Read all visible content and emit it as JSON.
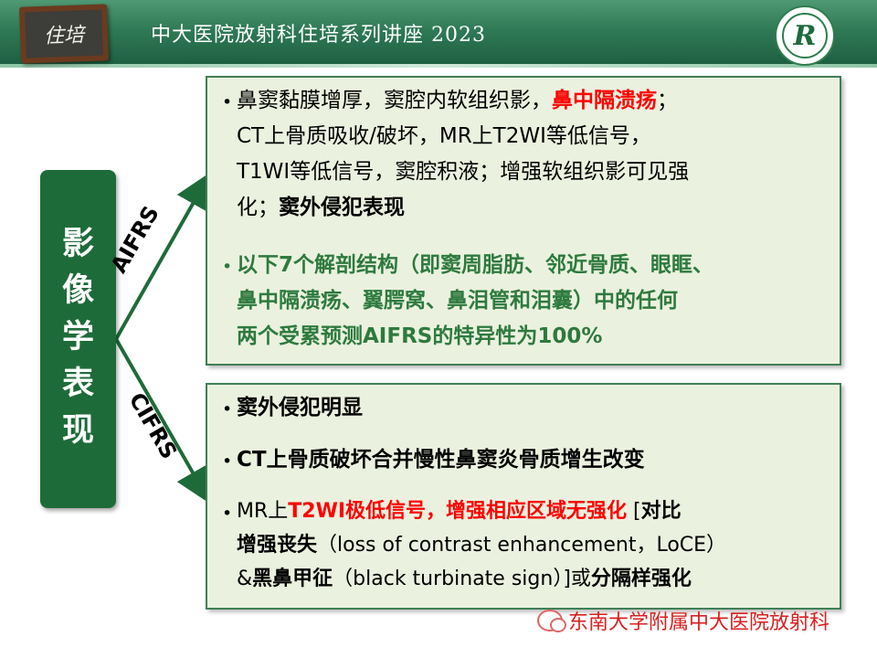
{
  "header": {
    "badge_text": "住培",
    "title": "中大医院放射科住培系列讲座 2023",
    "logo_mark": "R"
  },
  "side": {
    "label": "影像学表现"
  },
  "branches": {
    "upper": "AIFRS",
    "lower": "CIFRS"
  },
  "aifrs": {
    "item1": {
      "line1_text": "鼻窦黏膜增厚，窦腔内软组织影，",
      "line1_red": "鼻中隔溃疡",
      "line1_end": "；",
      "line2": "CT上骨质吸收/破坏，MR上T2WI等低信号，",
      "line3": "T1WI等低信号，窦腔积液；增强软组织影可见强",
      "line4_text": "化；",
      "line4_bold": "窦外侵犯表现"
    },
    "item2": {
      "line1": "以下7个解剖结构（即窦周脂肪、邻近骨质、眼眶、",
      "line2": "鼻中隔溃疡、翼腭窝、鼻泪管和泪囊）中的任何",
      "line3": "两个受累预测AIFRS的特异性为100%"
    }
  },
  "cifrs": {
    "item1": "窦外侵犯明显",
    "item2": "CT上骨质破坏合并慢性鼻窦炎骨质增生改变",
    "item3": {
      "line1_prefix": "MR上",
      "line1_red": "T2WI极低信号，增强相应区域无强化",
      "line1_mid": " [",
      "line1_bold": "对比",
      "line2_bold": "增强丧失",
      "line2_text": "（loss of contrast enhancement，LoCE）",
      "line3_prefix": "&",
      "line3_bold1": "黑鼻甲征",
      "line3_text": "（black turbinate sign）]或",
      "line3_bold2": "分隔样强化"
    }
  },
  "watermark": {
    "text": "东南大学附属中大医院放射科"
  },
  "colors": {
    "header": "#2f7a56",
    "side_box": "#1e6b3a",
    "panel_bg": "#ebf1df",
    "panel_border": "#3f7f55",
    "highlight_red": "#ff0000",
    "highlight_green": "#2d7a3e"
  }
}
